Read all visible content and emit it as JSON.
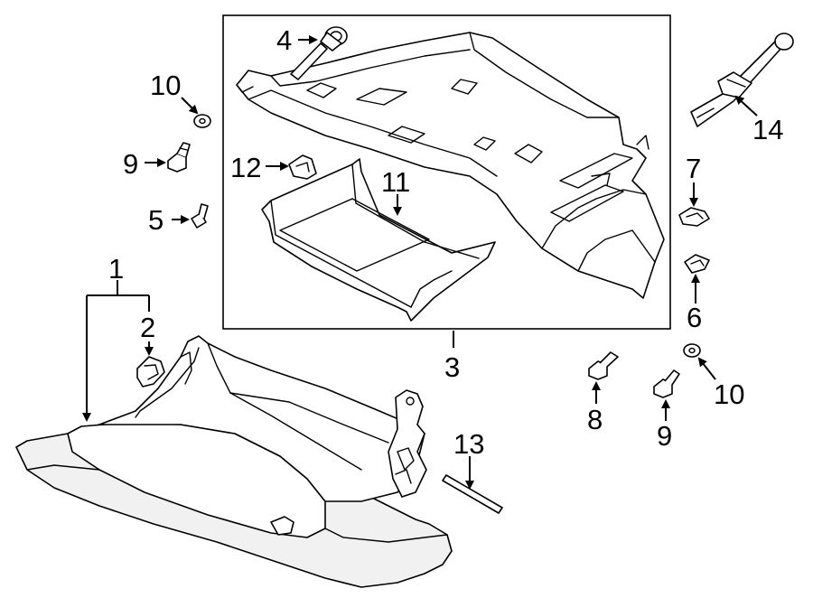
{
  "callouts": {
    "c1": "1",
    "c2": "2",
    "c3": "3",
    "c4": "4",
    "c5": "5",
    "c6": "6",
    "c7": "7",
    "c8": "8",
    "c9a": "9",
    "c9b": "9",
    "c10a": "10",
    "c10b": "10",
    "c11": "11",
    "c12": "12",
    "c13": "13",
    "c14": "14"
  },
  "icons": {
    "arrow": "leader-arrow-icon",
    "bolt": "bolt-icon",
    "washer": "washer-icon",
    "clip": "clip-icon"
  },
  "colors": {
    "line": "#000000",
    "background": "#ffffff",
    "part_shade": "#f1f1f1"
  }
}
